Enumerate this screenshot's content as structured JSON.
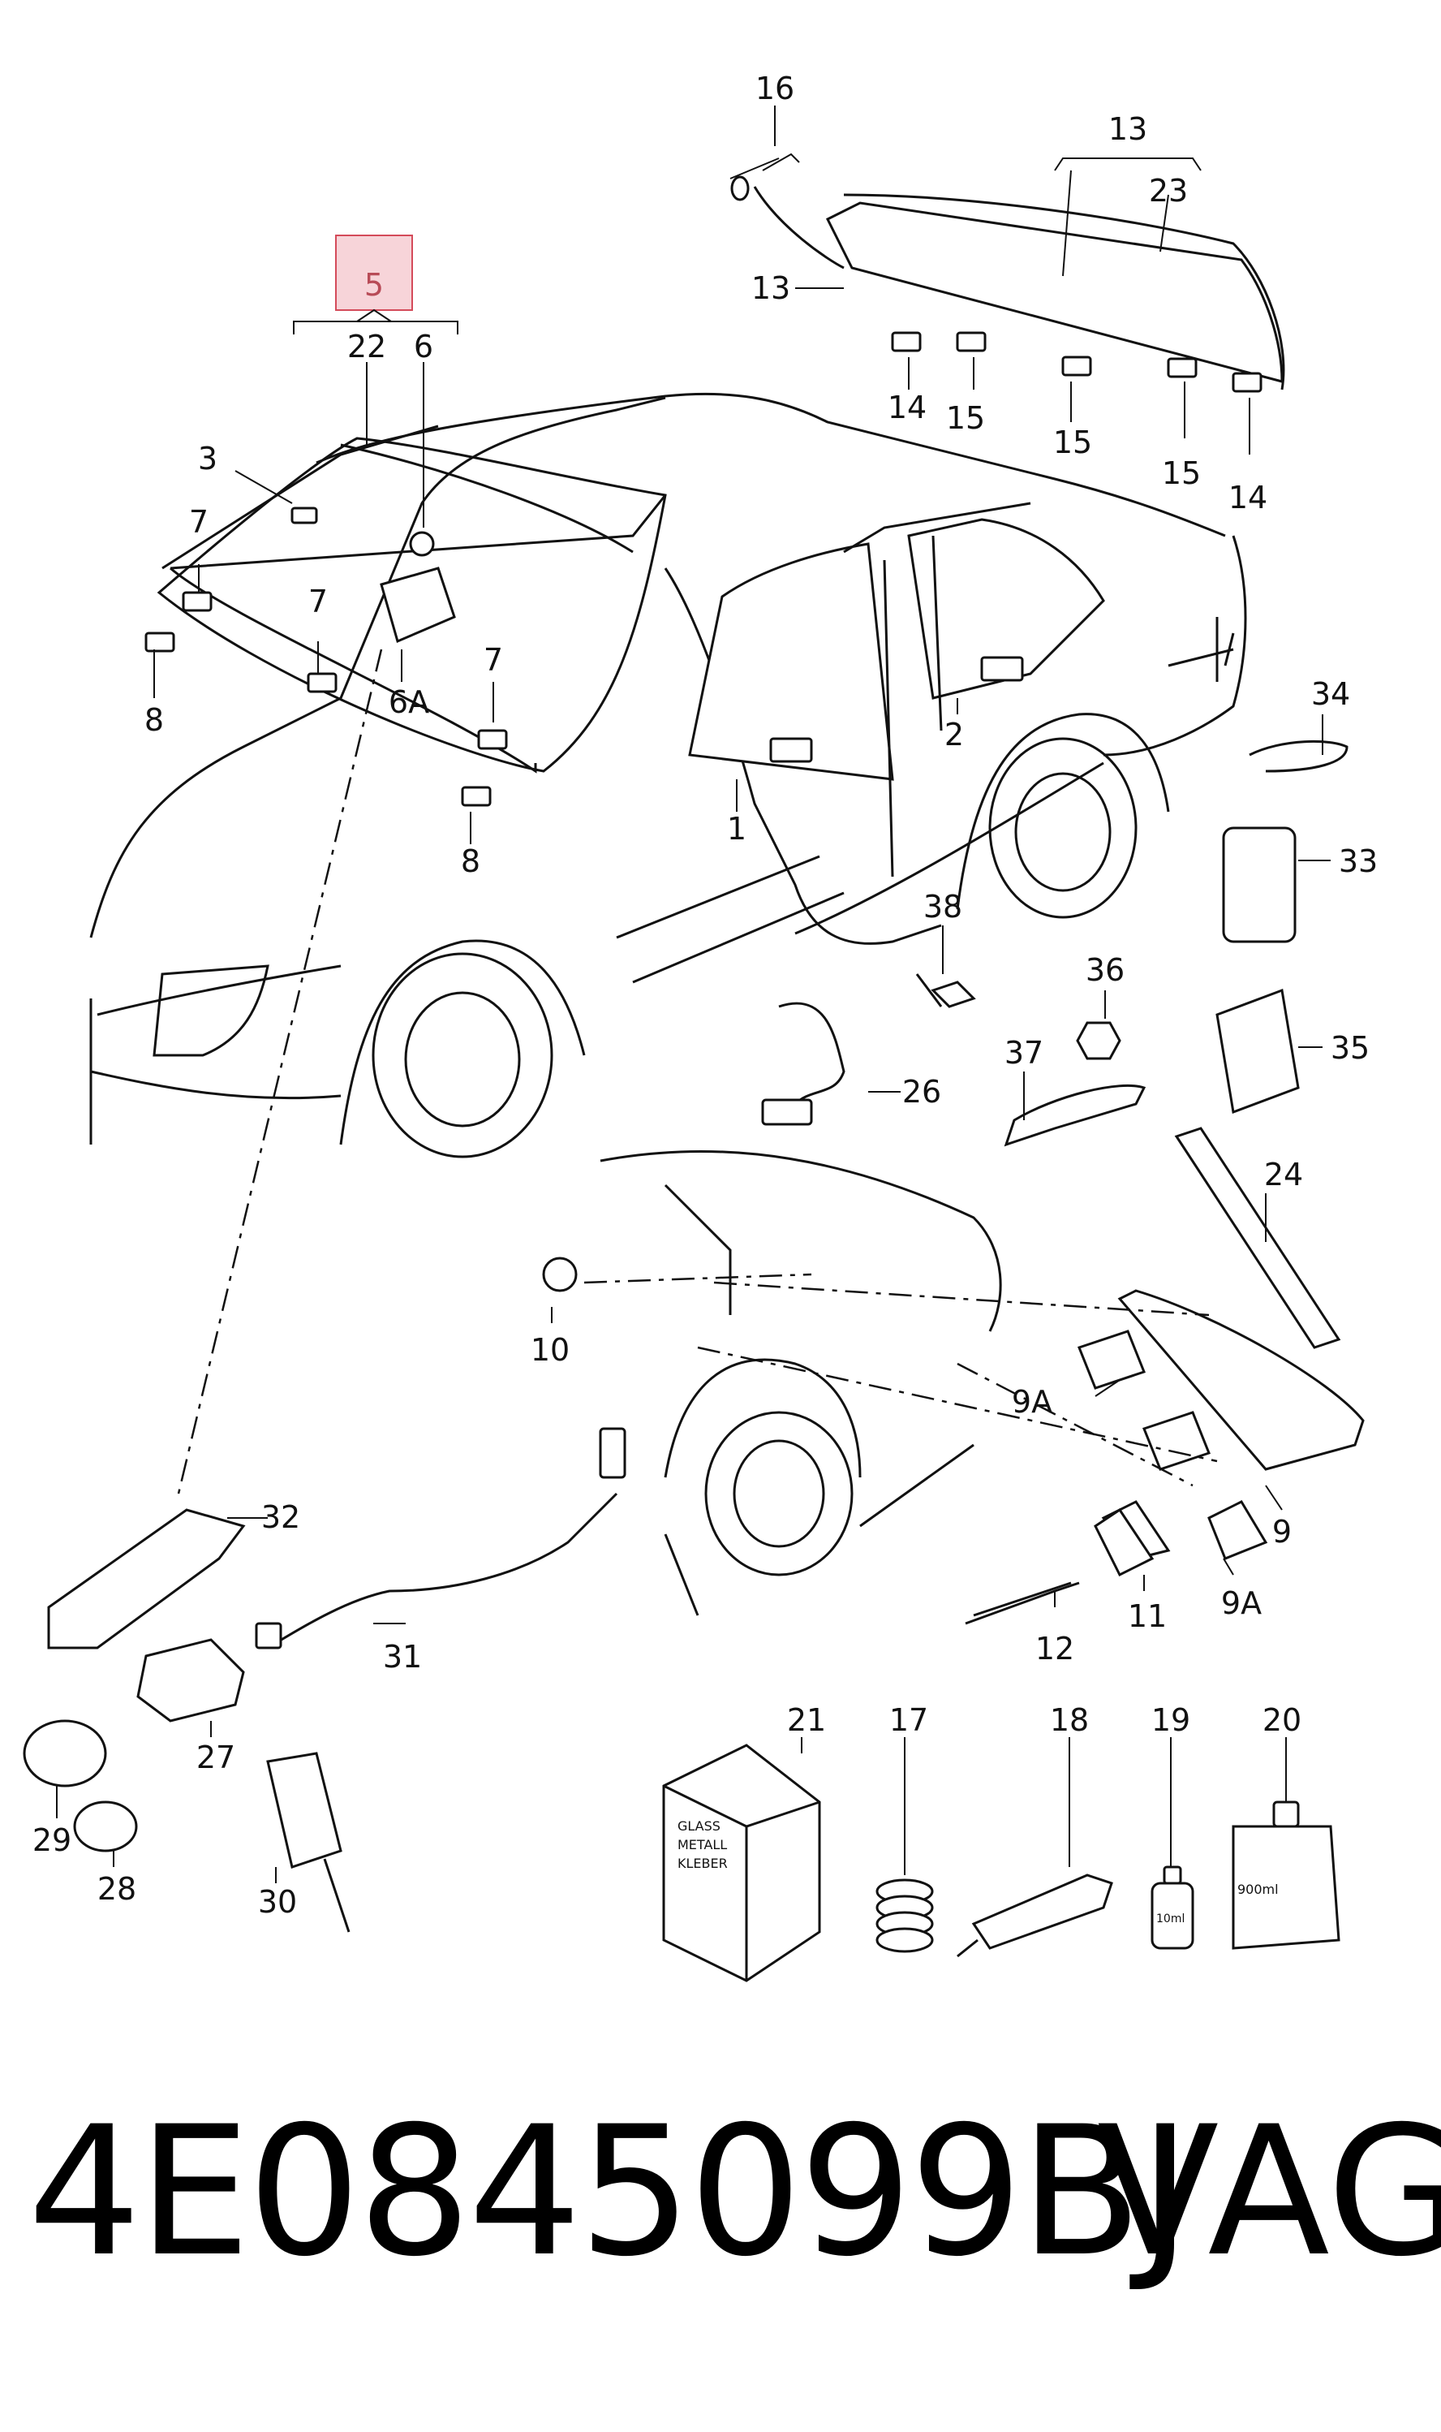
{
  "footer": {
    "part_number": "4E0845099BJ",
    "brand": "VAG"
  },
  "highlight": {
    "label": "5",
    "color": "#f7d4d9"
  },
  "callouts": {
    "c16": "16",
    "c13a": "13",
    "c23": "23",
    "c13b": "13",
    "c14a": "14",
    "c15a": "15",
    "c15b": "15",
    "c15c": "15",
    "c14b": "14",
    "c22": "22",
    "c6": "6",
    "c3": "3",
    "c7a": "7",
    "c7b": "7",
    "c7c": "7",
    "c6a": "6A",
    "c8a": "8",
    "c8b": "8",
    "c1": "1",
    "c2": "2",
    "c34": "34",
    "c33": "33",
    "c38": "38",
    "c36": "36",
    "c37": "37",
    "c35": "35",
    "c26": "26",
    "c24": "24",
    "c10": "10",
    "c9a1": "9A",
    "c9": "9",
    "c9a2": "9A",
    "c11": "11",
    "c12": "12",
    "c32": "32",
    "c31": "31",
    "c27": "27",
    "c29": "29",
    "c28": "28",
    "c30": "30",
    "c21": "21",
    "c17": "17",
    "c18": "18",
    "c19": "19",
    "c20": "20"
  },
  "labels": {
    "glue_box": [
      "GLASS",
      "METALL",
      "KLEBER"
    ],
    "bottle_small": "10ml",
    "bottle_large": "900ml"
  }
}
